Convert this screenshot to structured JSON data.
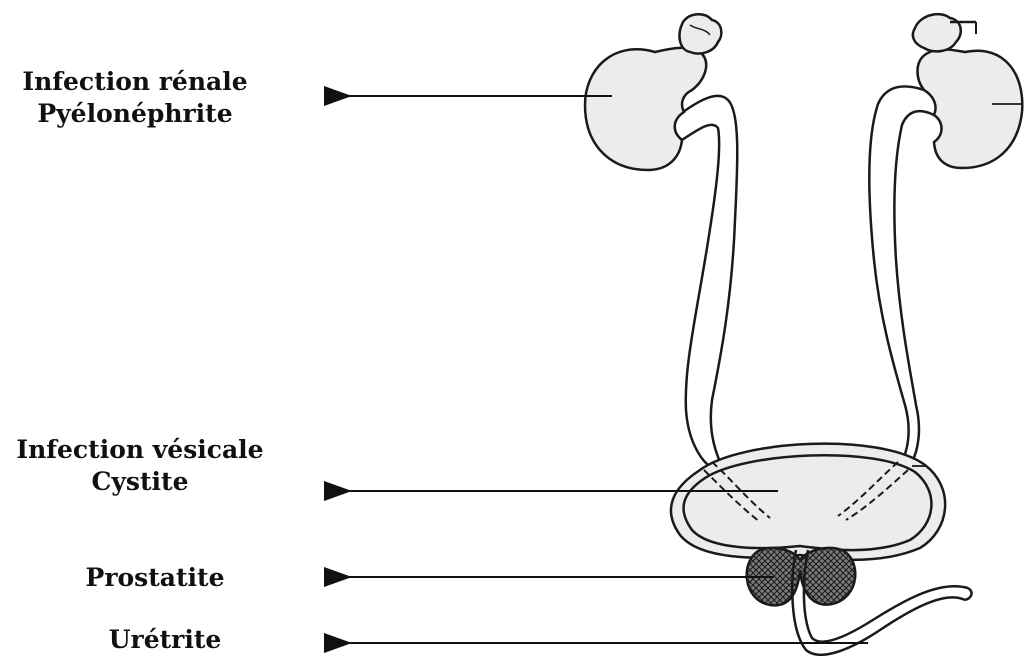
{
  "labels": {
    "kidney_infection": {
      "line1": "Infection rénale",
      "line2": "Pyélonéphrite"
    },
    "bladder_infection": {
      "line1": "Infection vésicale",
      "line2": "Cystite"
    },
    "prostate": "Prostatite",
    "urethra": "Urétrite"
  },
  "colors": {
    "organ_fill": "#ececec",
    "outline": "#1a1a1a",
    "text": "#111111",
    "prostate_fill": "#6a6a6a"
  }
}
